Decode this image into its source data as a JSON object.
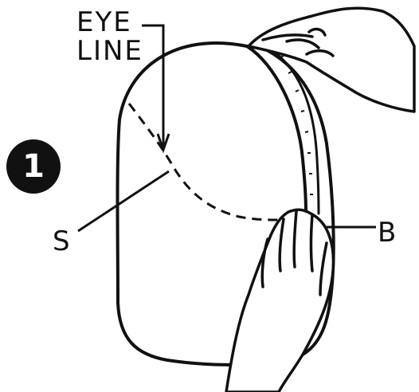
{
  "step_number": "1",
  "labels": {
    "eye_line_1": "EYE",
    "eye_line_2": "LINE",
    "s": "S",
    "b": "B"
  },
  "colors": {
    "ink": "#111111",
    "paper": "#ffffff"
  }
}
